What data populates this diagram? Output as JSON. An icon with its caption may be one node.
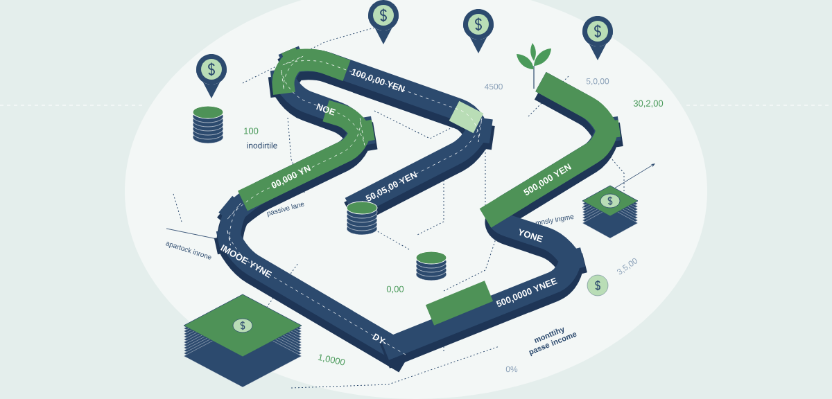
{
  "diagram": {
    "labels": [
      "100,0,00 YEN",
      "4500",
      "5,0,00",
      "30,2,00",
      "NOE",
      "100",
      "inodirtile",
      "00,000 YN",
      "passive lane",
      "50,05,00 YEN",
      "500,000 YEN",
      "mnsly ingme",
      "IMOOE YYNE",
      "apartock inrone",
      "YONE",
      "0,00",
      "3,5,00",
      "500,0000 YNEE",
      "DY-",
      "1,0000",
      "monttihy passe income",
      "0%"
    ]
  }
}
